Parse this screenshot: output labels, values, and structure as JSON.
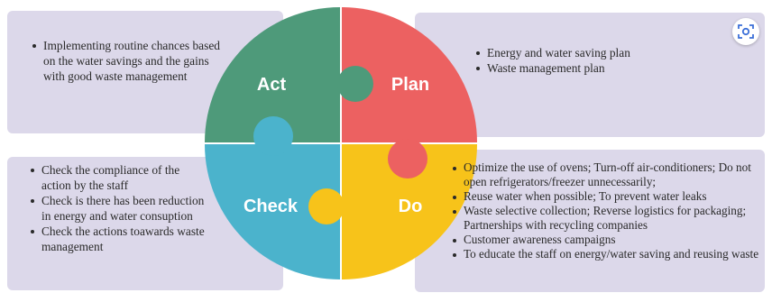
{
  "colors": {
    "act": "#4e9a7a",
    "plan": "#ec6161",
    "check": "#4bb3cc",
    "do": "#f7c31a",
    "panel": "#dcd8ea"
  },
  "quadrants": {
    "act": "Act",
    "plan": "Plan",
    "check": "Check",
    "do": "Do"
  },
  "act_items": [
    "Implementing routine chances based on the water savings and the gains with good waste management"
  ],
  "plan_items": [
    "Energy and water saving plan",
    "Waste management plan"
  ],
  "check_items": [
    "Check the compliance of the action by the staff",
    "Check is there has been reduction in energy and water consuption",
    "Check the actions toawards waste management"
  ],
  "do_items": [
    "Optimize the use of ovens; Turn-off air-conditioners; Do not open refrigerators/freezer unnecessarily;",
    "Reuse water when possible; To prevent water leaks",
    "Waste selective collection; Reverse logistics for packaging; Partnerships with recycling companies",
    "Customer awareness campaigns",
    "To educate the staff on energy/water saving and reusing waste"
  ],
  "icons": {
    "scan": "visual-search-icon"
  }
}
